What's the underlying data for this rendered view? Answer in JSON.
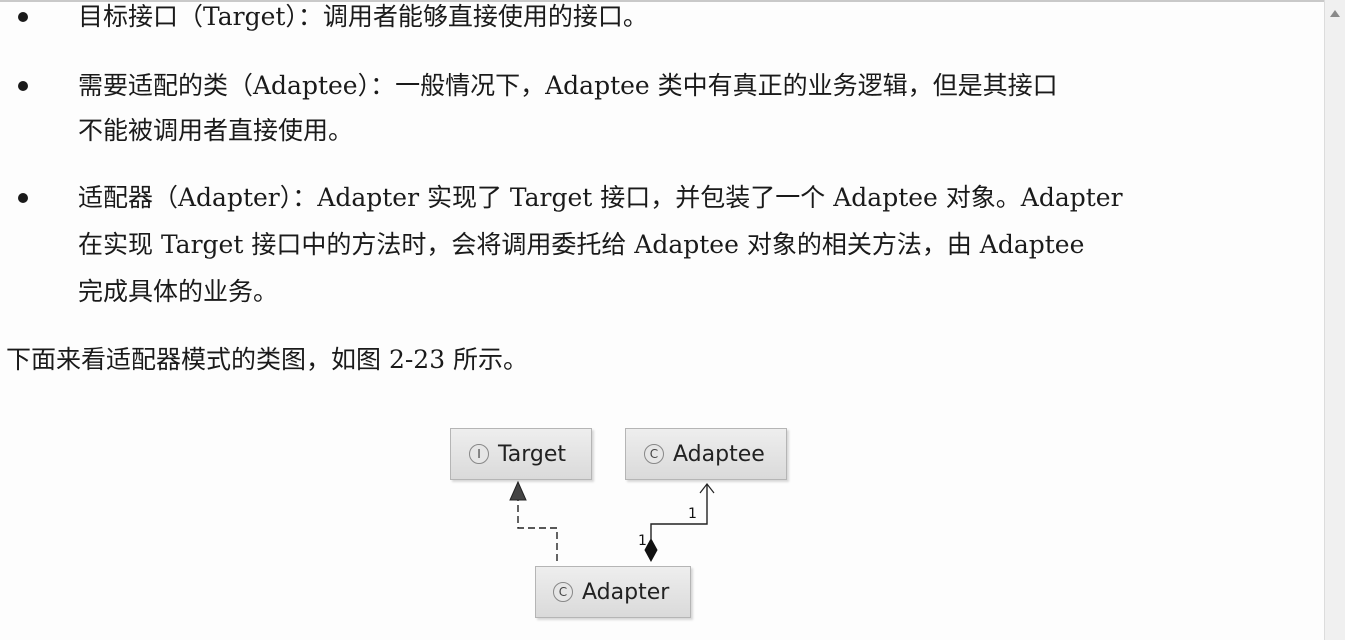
{
  "bullets": [
    {
      "lines": [
        "目标接口（Target）：调用者能够直接使用的接口。"
      ]
    },
    {
      "lines": [
        "需要适配的类（Adaptee）：一般情况下，Adaptee 类中有真正的业务逻辑，但是其接口",
        "不能被调用者直接使用。"
      ]
    },
    {
      "lines": [
        "适配器（Adapter）：Adapter 实现了 Target 接口，并包装了一个 Adaptee 对象。Adapter",
        "在实现 Target 接口中的方法时，会将调用委托给 Adaptee 对象的相关方法，由 Adaptee",
        "完成具体的业务。"
      ]
    }
  ],
  "intro_text": "下面来看适配器模式的类图，如图 2-23 所示。",
  "uml": {
    "target": {
      "stereotype": "I",
      "name": "Target"
    },
    "adaptee": {
      "stereotype": "C",
      "name": "Adaptee"
    },
    "adapter": {
      "stereotype": "C",
      "name": "Adapter"
    },
    "multiplicity_adapter_end": "1",
    "multiplicity_adaptee_end": "1"
  }
}
